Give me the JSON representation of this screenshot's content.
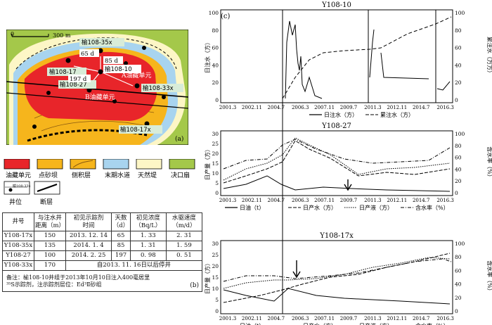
{
  "panel_a": {
    "scale_zero": "0",
    "scale_length": "300 m",
    "wells": [
      "榆108-35x",
      "榆108-17",
      "榆108-10",
      "榆108-27",
      "榆108-33x",
      "榆108-17x"
    ],
    "times": [
      "65 d",
      "85 d",
      "197 d"
    ],
    "unit_a": "A油藏单元",
    "unit_b": "B油藏单元",
    "panel_tag": "(a)"
  },
  "legend": {
    "items": [
      {
        "label": "油藏单元",
        "color": "#e8252a"
      },
      {
        "label": "点砂坝",
        "color": "#f6b51c"
      },
      {
        "label": "侧积层",
        "color": "#f6b51c"
      },
      {
        "label": "末期水道",
        "color": "#a8d4ef"
      },
      {
        "label": "天然堤",
        "color": "#fdf6c6"
      },
      {
        "label": "决口扇",
        "color": "#a4c84a"
      }
    ],
    "well_symbol_text": "榆108-33x",
    "well_label": "井位",
    "fault_label": "断层"
  },
  "panel_b": {
    "headers": [
      "井号",
      "与注水井\n距离（m）",
      "初见示踪剂\n时间",
      "天数\n（d）",
      "初见浓度\n（Bq/L）",
      "水驱速度\n（m/d）"
    ],
    "rows": [
      [
        "Y108-17x",
        "150",
        "2013. 12. 14",
        "65",
        "1. 33",
        "2. 31"
      ],
      [
        "Y108-35x",
        "135",
        "2014. 1. 4",
        "85",
        "1. 31",
        "1. 59"
      ],
      [
        "Y108-27",
        "100",
        "2014. 2. 25",
        "197",
        "0. 98",
        "0. 51"
      ]
    ],
    "last_row": {
      "well": "Y108-33x",
      "distance": "170",
      "note": "自2013. 11. 16日以后停井"
    },
    "note_line1": "备注：榆108-10井组于2013年10月10日注入400毫居里",
    "note_line2": "³⁵S示踪剂，注示踪剂层位：Ed³Ⅱ砂组",
    "panel_tag": "(b)"
  },
  "panel_c": {
    "panel_tag": "(c)",
    "x_ticks": [
      "2001.3",
      "2002.11",
      "2004.7",
      "2006.3",
      "2007.11",
      "2009.7",
      "2011.3",
      "2012.11",
      "2014.7",
      "2016.3"
    ],
    "charts": [
      {
        "title": "Y108-10",
        "ylabel_left": "日注水（方）",
        "ylabel_right": "累注水（万方）",
        "yticks_left": [
          "0",
          "20",
          "40",
          "60",
          "80",
          "100"
        ],
        "yticks_right": [
          "0",
          "20",
          "40",
          "60",
          "80",
          "100"
        ],
        "legend": [
          "日注水（方）",
          "累注水（方）"
        ]
      },
      {
        "title": "Y108-27",
        "ylabel_left": "日产量（方）",
        "ylabel_right": "含水率（%）",
        "yticks_left": [
          "0",
          "5",
          "10",
          "15",
          "20",
          "25",
          "30"
        ],
        "yticks_right": [
          "0",
          "20",
          "40",
          "60",
          "80",
          "100"
        ],
        "legend": [
          "日油（t）",
          "日产水（方）",
          "日产液（方）",
          "含水率（%）"
        ]
      },
      {
        "title": "Y108-17x",
        "ylabel_left": "日产量（方）",
        "ylabel_right": "含水率（%）",
        "yticks_left": [
          "0",
          "5",
          "10",
          "15",
          "20",
          "25",
          "30"
        ],
        "yticks_right": [
          "0",
          "20",
          "40",
          "60",
          "80",
          "100"
        ],
        "legend": [
          "日油（t）",
          "日产水（方）",
          "日产液（方）",
          "含水率（%）"
        ]
      }
    ]
  }
}
